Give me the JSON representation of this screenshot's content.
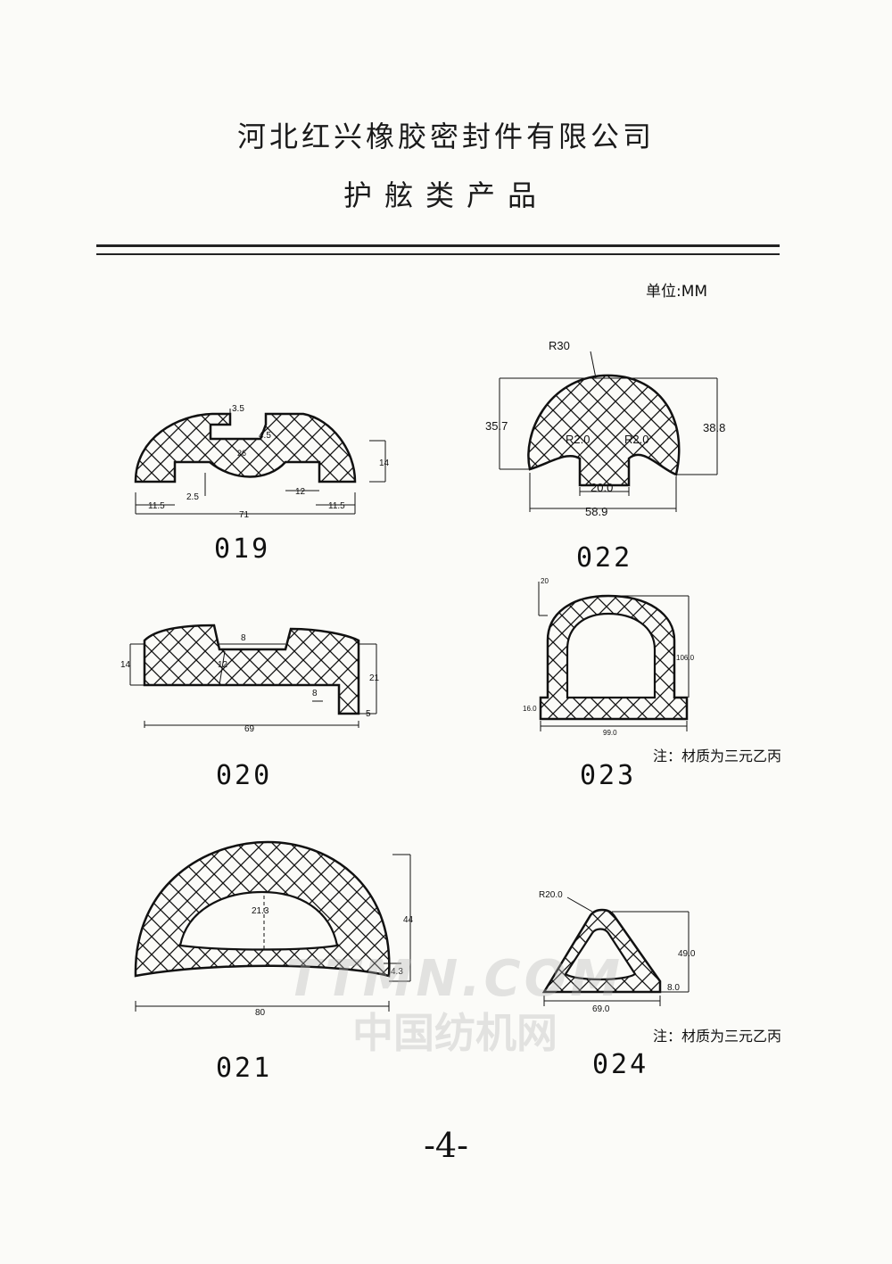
{
  "header": {
    "company": "河北红兴橡胶密封件有限公司",
    "category": "护舷类产品",
    "unit": "单位:MM"
  },
  "products": {
    "p019": {
      "code": "019",
      "dims": [
        "3.5",
        "4.5",
        "26",
        "14",
        "2.5",
        "12",
        "11.5",
        "71",
        "11.5"
      ]
    },
    "p022": {
      "code": "022",
      "dims": [
        "R30",
        "35.7",
        "38.8",
        "R2.0",
        "R2.0",
        "20.0",
        "58.9"
      ]
    },
    "p020": {
      "code": "020",
      "dims": [
        "8",
        "12",
        "14",
        "21",
        "8",
        "5",
        "69"
      ]
    },
    "p023": {
      "code": "023",
      "dims": [
        "20",
        "106.0",
        "16.0",
        "99.0"
      ],
      "note": "注：材质为三元乙丙"
    },
    "p021": {
      "code": "021",
      "dims": [
        "44",
        "21.3",
        "4.3",
        "80"
      ]
    },
    "p024": {
      "code": "024",
      "dims": [
        "R20.0",
        "49.0",
        "8.0",
        "69.0"
      ],
      "note": "注：材质为三元乙丙"
    }
  },
  "footer": {
    "page": "-4-"
  },
  "watermark": {
    "line1": "TTMN.COM",
    "line2": "中国纺机网"
  }
}
